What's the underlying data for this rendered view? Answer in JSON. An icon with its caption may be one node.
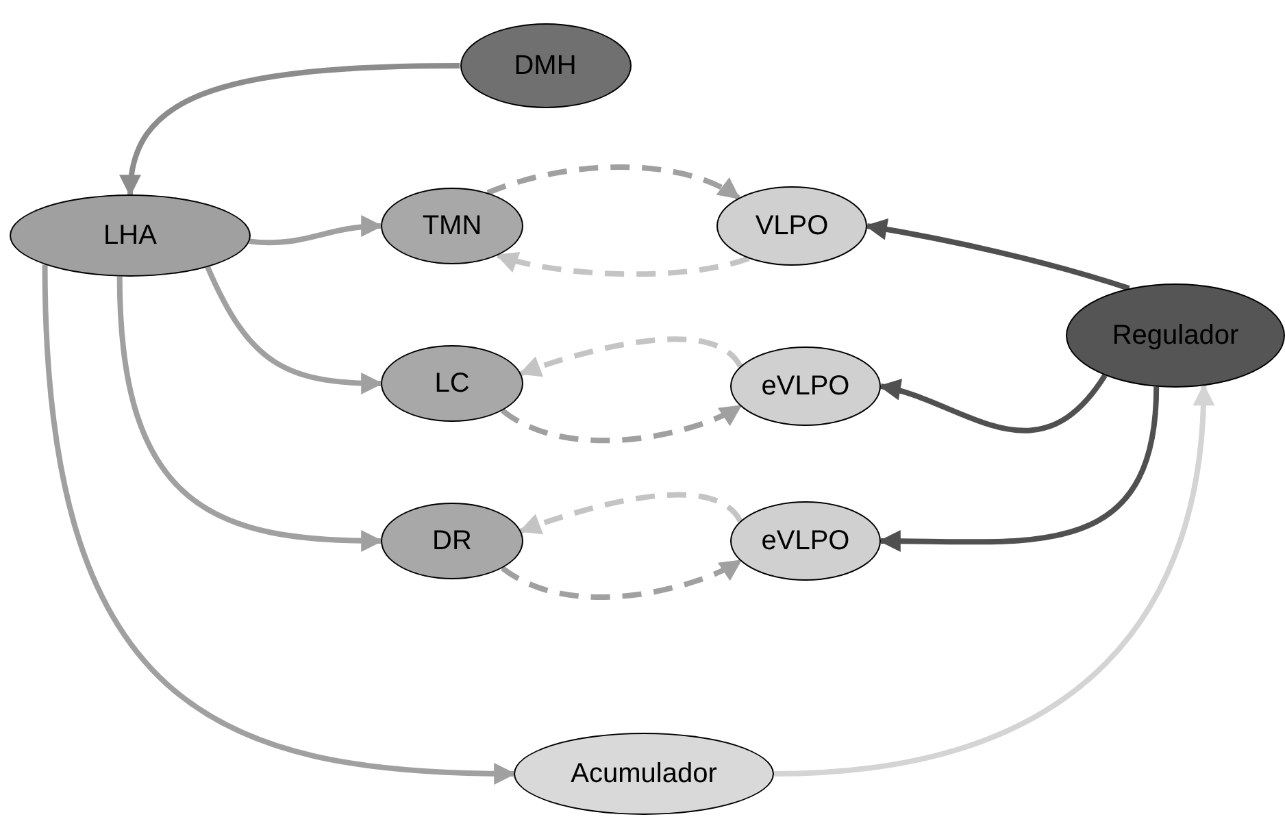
{
  "diagram": {
    "nodes": [
      {
        "text": [
          "DMH"
        ]
      },
      {
        "text": [
          "LHA"
        ]
      },
      {
        "text": [
          "TMN"
        ]
      },
      {
        "text": [
          "VLPO"
        ]
      },
      {
        "text": [
          "Regulador"
        ]
      },
      {
        "text": [
          "LC"
        ]
      },
      {
        "text": [
          "eVLPO"
        ]
      },
      {
        "text": [
          "DR"
        ]
      },
      {
        "text": [
          "eVLPO"
        ]
      },
      {
        "text": [
          "Acumulador"
        ]
      }
    ],
    "edges": [
      {
        "from": 0,
        "to": 1,
        "arrow": "to",
        "color": "#8c8c8c"
      },
      {
        "from": 1,
        "to": 2,
        "arrow": "to"
      },
      {
        "from": 1,
        "to": 5,
        "arrow": "to"
      },
      {
        "from": 1,
        "to": 7,
        "arrow": "to"
      },
      {
        "from": 1,
        "to": 9,
        "arrow": "to"
      },
      {
        "from": 2,
        "to": 3,
        "arrow": "to",
        "style": "dashed"
      },
      {
        "from": 3,
        "to": 2,
        "arrow": "to",
        "style": "dashed",
        "color": "#c4c4c4"
      },
      {
        "from": 6,
        "to": 5,
        "arrow": "to",
        "style": "dashed",
        "color": "#c4c4c4"
      },
      {
        "from": 5,
        "to": 6,
        "arrow": "to",
        "style": "dashed"
      },
      {
        "from": 8,
        "to": 7,
        "arrow": "to",
        "style": "dashed",
        "color": "#c4c4c4"
      },
      {
        "from": 7,
        "to": 8,
        "arrow": "to",
        "style": "dashed"
      },
      {
        "from": 4,
        "to": 3,
        "arrow": "to",
        "color": "#505050"
      },
      {
        "from": 4,
        "to": 6,
        "arrow": "to",
        "color": "#505050"
      },
      {
        "from": 4,
        "to": 8,
        "arrow": "to",
        "color": "#505050"
      },
      {
        "from": 9,
        "to": 4,
        "arrow": "to",
        "color": "#d4d4d4"
      }
    ]
  }
}
